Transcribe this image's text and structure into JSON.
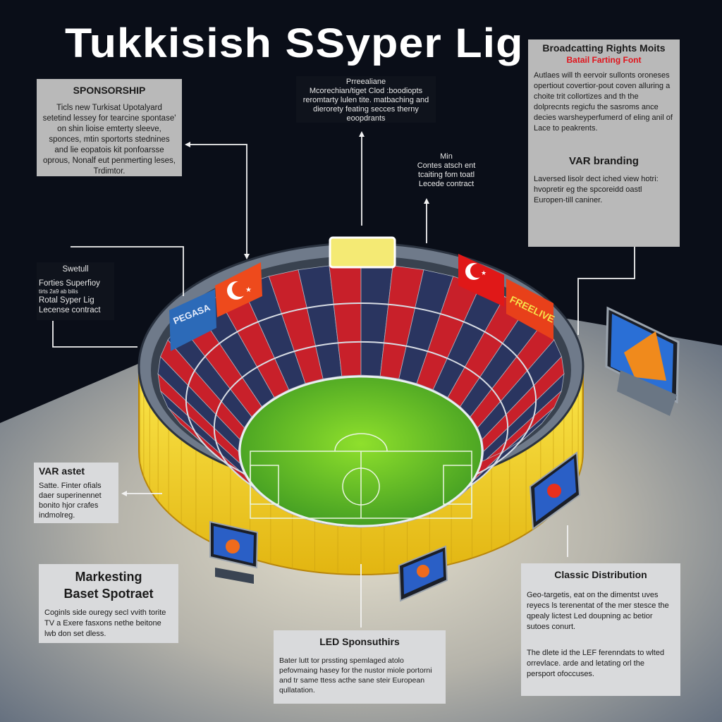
{
  "title": "Tukkisish SSyper Lig",
  "sponsorship": {
    "heading": "SPONSORSHIP",
    "body": "Ticls new Turkisat Upotalyard setetind lessey for tearcine spontase' on shin lioise emterty sleeve, sponces, mtin sportorts stednines and lie eopatois kit ponfoarsse oprous, Nonalf eut penmerting leses, Trdimtor."
  },
  "top_center": {
    "heading": "Prreealiane",
    "body": "Mcorechian/tiget Clod :boodiopts reromtarty lulen tite. matbaching and dierorety feating secces therny eoopdrants"
  },
  "top_right_small": {
    "heading": "Min",
    "body": "Contes atsch ent tcaiting fom toatl Lecede contract"
  },
  "left_small": {
    "heading": "Swetull",
    "line1": "Forties Superfioy",
    "line2": "tirts 2a9 ab bilis",
    "line3": "Rotal Syper Lig",
    "line4": "Lecense contract"
  },
  "broadcasting": {
    "heading": "Broadcatting Rights Moits",
    "subheading": "Batail Farting Font",
    "body": "Autlaes will th eervoir sullonts oroneses opertiout covertior-pout coven alluring a choite trit collortizes and th the dolprecnts regicfu the sasroms ance decies warsheyperfumerd of eling anil of Lace to peakrents.",
    "var_heading": "VAR branding",
    "var_body": "Laversed lisolr dect iched view hotri: hvopretir eg the spcoreidd oastl Europen-till caniner."
  },
  "var_asset": {
    "heading": "VAR astet",
    "body": "Satte. Finter ofials daer superinennet bonito hjor crafes indmolreg."
  },
  "marketing": {
    "heading": "Markesting Baset Spotraet",
    "body": "Coginls side ouregy secl vvith torite TV a Exere fasxons nethe beitone lwb don set dless."
  },
  "led": {
    "heading": "LED Sponsuthirs",
    "body": "Bater lutt tor prssting spemlaged atolo pefovmaing hasey for the nustor miole portorni and tr same ttess acthe sane steir European qullatation."
  },
  "classic": {
    "heading": "Classic Distribution",
    "body1": "Geo-targetis, eat on the dimentst uves reyecs ls terenentat of the mer stesce the qpealy lictest Led doupning ac betior sutoes conurt.",
    "body2": "The dlete id the LEF ferenndats to wlted orrevlace. arde and letating orl the persport ofoccuses."
  },
  "stadium_signs": {
    "left_banner": "PEGASA",
    "right_banner": "FREELIVE"
  },
  "colors": {
    "background": "#0a0e18",
    "pitch": "#5cc22c",
    "seat_red": "#c8202a",
    "seat_navy": "#2a3560",
    "wall_yellow": "#f3d21a",
    "accent_red": "#e0141c"
  }
}
